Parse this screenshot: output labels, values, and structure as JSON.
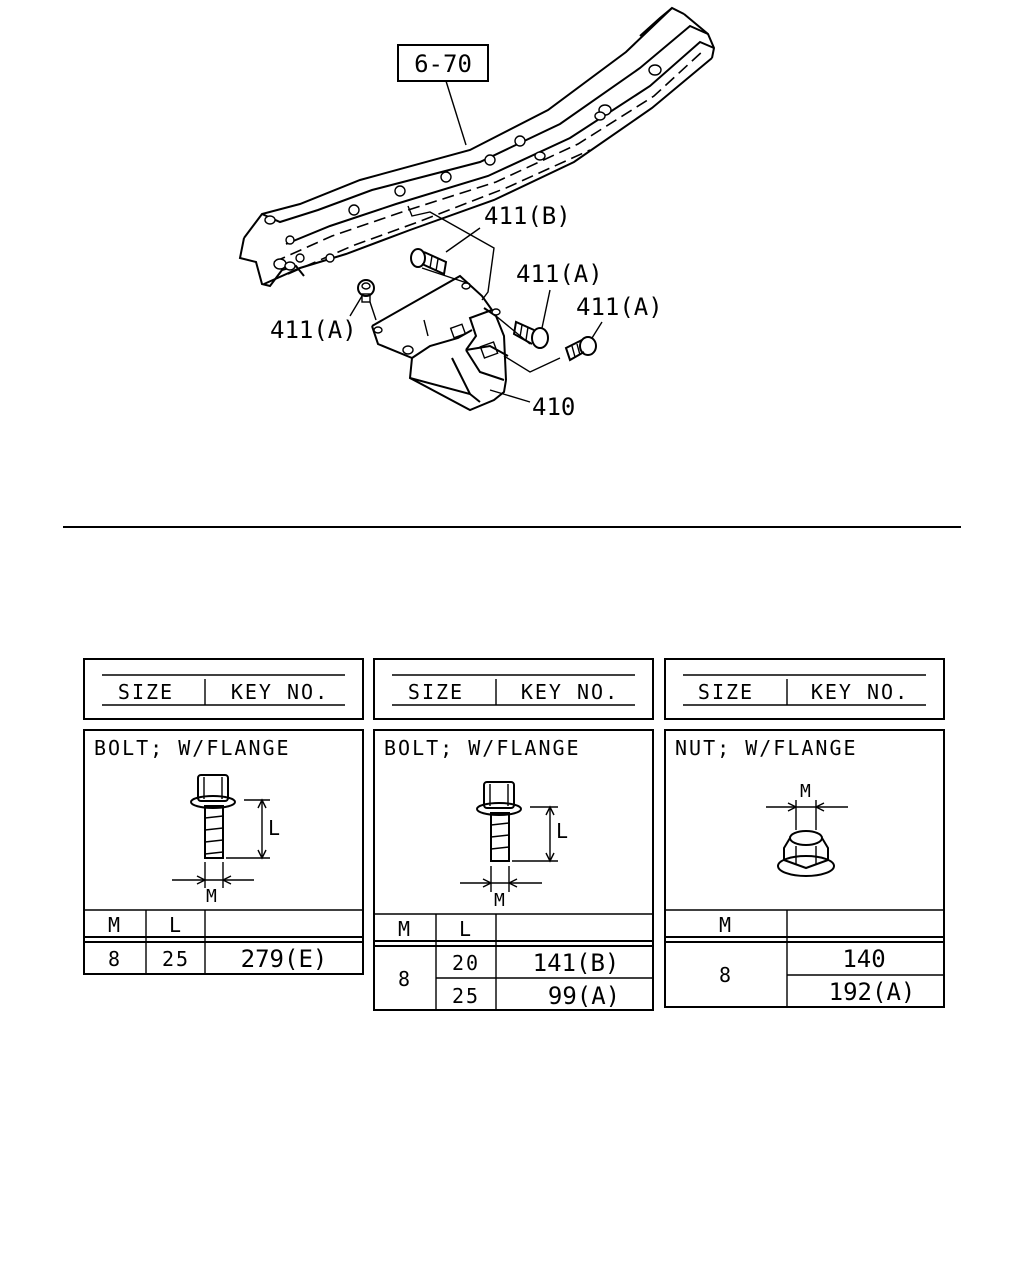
{
  "diagram": {
    "ref_box": "6-70",
    "labels": {
      "bolt_b": "411(B)",
      "bolt_a_top": "411(A)",
      "bolt_a_right": "411(A)",
      "nut_a_left": "411(A)",
      "bracket": "410"
    }
  },
  "tables": [
    {
      "header": {
        "size": "SIZE",
        "key_no": "KEY NO."
      },
      "title": "BOLT; W/FLANGE",
      "dims": {
        "L": "L",
        "M": "M"
      },
      "columns": [
        "M",
        "L",
        ""
      ],
      "rows": [
        {
          "m": "8",
          "l": "25",
          "key": "279(E)"
        }
      ]
    },
    {
      "header": {
        "size": "SIZE",
        "key_no": "KEY NO."
      },
      "title": "BOLT; W/FLANGE",
      "dims": {
        "L": "L",
        "M": "M"
      },
      "columns": [
        "M",
        "L",
        ""
      ],
      "m": "8",
      "rows": [
        {
          "l": "20",
          "key": "141(B)"
        },
        {
          "l": "25",
          "key": "99(A)"
        }
      ]
    },
    {
      "header": {
        "size": "SIZE",
        "key_no": "KEY NO."
      },
      "title": "NUT; W/FLANGE",
      "dims": {
        "M": "M"
      },
      "columns": [
        "M",
        ""
      ],
      "m": "8",
      "rows": [
        {
          "key": "140"
        },
        {
          "key": "192(A)"
        }
      ]
    }
  ]
}
